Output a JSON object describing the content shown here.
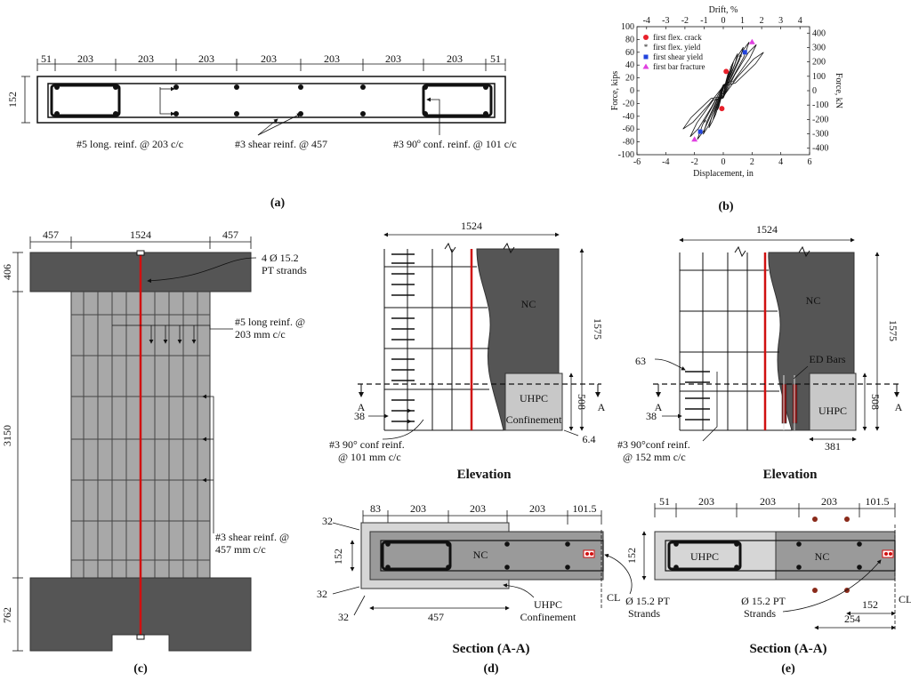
{
  "panel_a": {
    "caption": "(a)",
    "top_dims": [
      "51",
      "203",
      "203",
      "203",
      "203",
      "203",
      "203",
      "203",
      "51"
    ],
    "height_dim": "152",
    "label_long": "#5 long. reinf. @ 203 c/c",
    "label_shear": "#3 shear reinf. @ 457",
    "label_conf": "#3 90º conf. reinf. @ 101 c/c"
  },
  "panel_b": {
    "caption": "(b)"
  },
  "chart_data": {
    "type": "line",
    "xlabel": "Displacement, in",
    "ylabel": "Force, kips",
    "x2label": "Drift, %",
    "y2label": "Force, kN",
    "xlim": [
      -6,
      6
    ],
    "ylim": [
      -100,
      100
    ],
    "xticks": [
      "-6",
      "-4",
      "-2",
      "0",
      "2",
      "4",
      "6"
    ],
    "yticks": [
      "-100",
      "-80",
      "-60",
      "-40",
      "-20",
      "0",
      "20",
      "40",
      "60",
      "80",
      "100"
    ],
    "x2ticks": [
      "-4",
      "-3",
      "-2",
      "-1",
      "0",
      "1",
      "2",
      "3",
      "4"
    ],
    "y2ticks": [
      "-400",
      "-300",
      "-200",
      "-100",
      "0",
      "100",
      "200",
      "300",
      "400"
    ],
    "hysteresis_peaks": [
      {
        "d": 0.4,
        "f": 30
      },
      {
        "d": 0.7,
        "f": 45
      },
      {
        "d": 1.0,
        "f": 58
      },
      {
        "d": 1.4,
        "f": 68
      },
      {
        "d": 1.8,
        "f": 76
      },
      {
        "d": 2.3,
        "f": 72
      },
      {
        "d": 2.8,
        "f": 60
      }
    ],
    "series": [
      {
        "name": "first flex. crack",
        "color": "#e8202a",
        "marker": "circle",
        "points": [
          [
            0.2,
            30
          ],
          [
            -0.1,
            -28
          ]
        ]
      },
      {
        "name": "first flex. yield",
        "color": "#e07060",
        "marker": "star",
        "points": [
          [
            1.2,
            52
          ],
          [
            -1.3,
            -50
          ]
        ]
      },
      {
        "name": "first shear yield",
        "color": "#2244dd",
        "marker": "square",
        "points": [
          [
            1.5,
            60
          ],
          [
            -1.6,
            -64
          ]
        ]
      },
      {
        "name": "first bar fracture",
        "color": "#e040e0",
        "marker": "triangle",
        "points": [
          [
            2.0,
            76
          ],
          [
            -2.0,
            -76
          ]
        ]
      }
    ]
  },
  "panel_c": {
    "caption": "(c)",
    "dim_left": "457",
    "dim_center": "1524",
    "dim_right": "457",
    "dim_top_block": "406",
    "dim_height": "3150",
    "dim_bottom_block": "762",
    "label_pt": [
      "4 Ø 15.2",
      "PT strands"
    ],
    "label_long": [
      "#5 long reinf. @",
      "203 mm c/c"
    ],
    "label_shear": [
      "#3 shear reinf. @",
      "457 mm c/c"
    ]
  },
  "panel_d": {
    "caption": "(d)",
    "elev_title": "Elevation",
    "sect_title": "Section (A-A)",
    "dim_width": "1524",
    "dim_height": "1575",
    "dim_uhpc": "508",
    "dim_38": "38",
    "dim_64": "6.4",
    "label_nc": "NC",
    "label_uhpc": [
      "UHPC",
      "Confinement"
    ],
    "label_a": "A",
    "label_conf": [
      "#3 90° conf reinf.",
      "@ 101 mm c/c"
    ],
    "sect_dims": [
      "83",
      "203",
      "203",
      "203",
      "101.5"
    ],
    "sect_height": "152",
    "sect_32": "32",
    "sect_457": "457",
    "sect_nc": "NC",
    "sect_uhpc": [
      "UHPC",
      "Confinement"
    ],
    "sect_pt": [
      "Ø 15.2 PT",
      "Strands"
    ],
    "cl": "CL"
  },
  "panel_e": {
    "caption": "(e)",
    "elev_title": "Elevation",
    "sect_title": "Section (A-A)",
    "dim_width": "1524",
    "dim_height": "1575",
    "dim_uhpc": "508",
    "dim_63": "63",
    "dim_38": "38",
    "dim_381": "381",
    "label_nc": "NC",
    "label_uhpc": "UHPC",
    "label_ed": "ED Bars",
    "label_a": "A",
    "label_conf": [
      "#3 90°conf reinf.",
      "@ 152 mm c/c"
    ],
    "sect_dims": [
      "51",
      "203",
      "203",
      "203",
      "101.5"
    ],
    "sect_height": "152",
    "sect_uhpc": "UHPC",
    "sect_nc": "NC",
    "sect_pt": [
      "Ø 15.2 PT",
      "Strands"
    ],
    "sect_152": "152",
    "sect_254": "254",
    "cl": "CL"
  }
}
